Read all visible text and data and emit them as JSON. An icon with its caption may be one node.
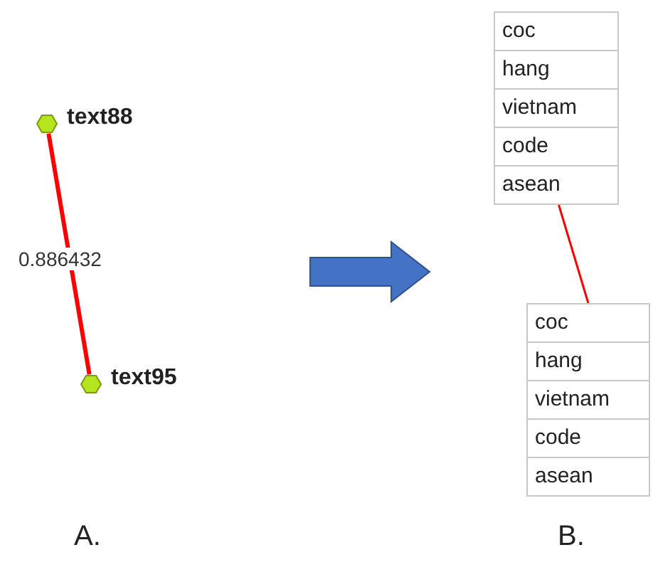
{
  "diagram": {
    "nodes": [
      {
        "text": [],
        "shape": "hexagon",
        "beside": [
          "text88"
        ]
      },
      {
        "text": [],
        "shape": "hexagon",
        "beside": [
          "text95"
        ]
      },
      {
        "text": [
          "coc",
          "hang",
          "vietnam",
          "code",
          "asean"
        ]
      },
      {
        "text": [
          "coc",
          "hang",
          "vietnam",
          "code",
          "asean"
        ]
      }
    ],
    "edges": [
      {
        "from": 0,
        "to": 1,
        "arrow": "none",
        "label": "0.886432",
        "style": "thick",
        "color": "#ff0000"
      },
      {
        "from": 2,
        "to": 3,
        "arrow": "none",
        "color": "#ff0000"
      }
    ],
    "labels": [
      "A.",
      "B."
    ]
  }
}
